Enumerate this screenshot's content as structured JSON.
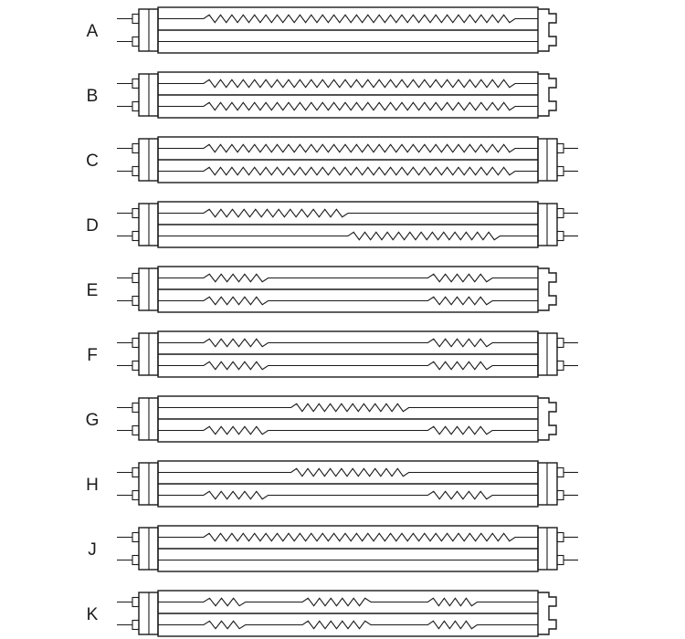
{
  "rows": [
    {
      "label": "A",
      "left_terminals": 2,
      "right_end": "socket",
      "tracks": [
        {
          "segments": [
            [
              0.12,
              0.94
            ]
          ]
        },
        {
          "segments": []
        }
      ]
    },
    {
      "label": "B",
      "left_terminals": 2,
      "right_end": "socket",
      "tracks": [
        {
          "segments": [
            [
              0.12,
              0.94
            ]
          ]
        },
        {
          "segments": [
            [
              0.12,
              0.94
            ]
          ]
        }
      ]
    },
    {
      "label": "C",
      "left_terminals": 2,
      "right_end": "terminals",
      "tracks": [
        {
          "segments": [
            [
              0.12,
              0.94
            ]
          ]
        },
        {
          "segments": [
            [
              0.12,
              0.94
            ]
          ]
        }
      ]
    },
    {
      "label": "D",
      "left_terminals": 2,
      "right_end": "terminals",
      "tracks": [
        {
          "segments": [
            [
              0.12,
              0.5
            ]
          ]
        },
        {
          "segments": [
            [
              0.5,
              0.9
            ]
          ]
        }
      ]
    },
    {
      "label": "E",
      "left_terminals": 2,
      "right_end": "socket",
      "tracks": [
        {
          "segments": [
            [
              0.12,
              0.29
            ],
            [
              0.71,
              0.88
            ]
          ]
        },
        {
          "segments": [
            [
              0.12,
              0.29
            ],
            [
              0.71,
              0.88
            ]
          ]
        }
      ]
    },
    {
      "label": "F",
      "left_terminals": 2,
      "right_end": "terminals",
      "tracks": [
        {
          "segments": [
            [
              0.12,
              0.29
            ],
            [
              0.71,
              0.88
            ]
          ]
        },
        {
          "segments": [
            [
              0.12,
              0.29
            ],
            [
              0.71,
              0.88
            ]
          ]
        }
      ]
    },
    {
      "label": "G",
      "left_terminals": 2,
      "right_end": "socket",
      "tracks": [
        {
          "segments": [
            [
              0.35,
              0.66
            ]
          ]
        },
        {
          "segments": [
            [
              0.12,
              0.29
            ],
            [
              0.71,
              0.88
            ]
          ]
        }
      ]
    },
    {
      "label": "H",
      "left_terminals": 2,
      "right_end": "terminals",
      "tracks": [
        {
          "segments": [
            [
              0.35,
              0.66
            ]
          ]
        },
        {
          "segments": [
            [
              0.12,
              0.29
            ],
            [
              0.71,
              0.88
            ]
          ]
        }
      ]
    },
    {
      "label": "J",
      "left_terminals": 2,
      "right_end": "terminals",
      "tracks": [
        {
          "segments": [
            [
              0.12,
              0.94
            ]
          ]
        },
        {
          "segments": []
        }
      ]
    },
    {
      "label": "K",
      "left_terminals": 2,
      "right_end": "socket",
      "tracks": [
        {
          "segments": [
            [
              0.12,
              0.23
            ],
            [
              0.38,
              0.56
            ],
            [
              0.71,
              0.84
            ]
          ]
        },
        {
          "segments": [
            [
              0.12,
              0.23
            ],
            [
              0.38,
              0.56
            ],
            [
              0.71,
              0.84
            ]
          ]
        }
      ]
    }
  ],
  "colors": {
    "line": "#1a1a1a",
    "background": "#ffffff"
  }
}
